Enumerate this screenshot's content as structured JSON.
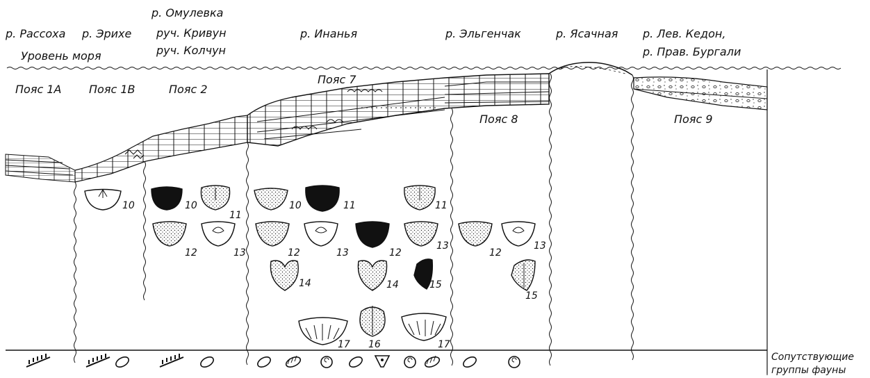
{
  "rivers": [
    {
      "id": "rassokha",
      "lines": [
        "р. Рассоха"
      ]
    },
    {
      "id": "erikhe",
      "lines": [
        "р. Эрихе"
      ]
    },
    {
      "id": "omulevka",
      "lines": [
        "р. Омулевка",
        "руч. Кривун",
        "руч. Колчун"
      ]
    },
    {
      "id": "inanya",
      "lines": [
        "р. Инанья"
      ]
    },
    {
      "id": "elgenchak",
      "lines": [
        "р. Эльгенчак"
      ]
    },
    {
      "id": "yasachnaya",
      "lines": [
        "р. Ясачная"
      ]
    },
    {
      "id": "kedon",
      "lines": [
        "р. Лев. Кедон,",
        "р. Прав. Бургали"
      ]
    }
  ],
  "sea_level_label": "Уровень моря",
  "belts": [
    "Пояс 1А",
    "Пояс 1В",
    "Пояс 2",
    "Пояс 7",
    "Пояс 8",
    "Пояс 9"
  ],
  "fauna_numbers": [
    "10",
    "10",
    "11",
    "10",
    "11",
    "11",
    "12",
    "13",
    "12",
    "13",
    "12",
    "13",
    "12",
    "13",
    "14",
    "14",
    "15",
    "15",
    "17",
    "16",
    "17"
  ],
  "footer_label": [
    "Сопутствующие",
    "группы фауны"
  ]
}
